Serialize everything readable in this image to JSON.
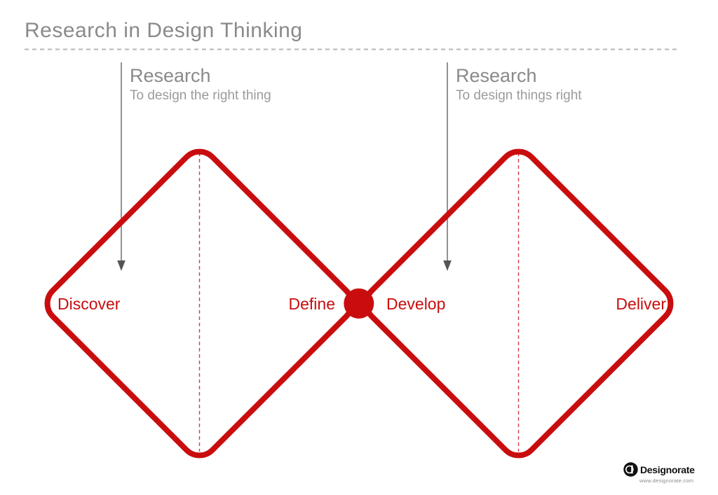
{
  "title": "Research in Design Thinking",
  "annotations": {
    "left": {
      "heading": "Research",
      "subheading": "To design the right thing"
    },
    "right": {
      "heading": "Research",
      "subheading": "To design things right"
    }
  },
  "diagram": {
    "type": "double-diamond",
    "phases": [
      {
        "label": "Discover"
      },
      {
        "label": "Define"
      },
      {
        "label": "Develop"
      },
      {
        "label": "Deliver"
      }
    ]
  },
  "colors": {
    "accent_red": "#C90D0E",
    "title_gray": "#8A8A8A",
    "subtitle_gray": "#9B9B9B",
    "arrow_gray": "#6E6E6E",
    "arrowhead_gray": "#555555",
    "separator_gray": "#B5B5B5",
    "logo_black": "#111111"
  },
  "logo": {
    "name": "Designorate",
    "website": "www.designorate.com"
  }
}
